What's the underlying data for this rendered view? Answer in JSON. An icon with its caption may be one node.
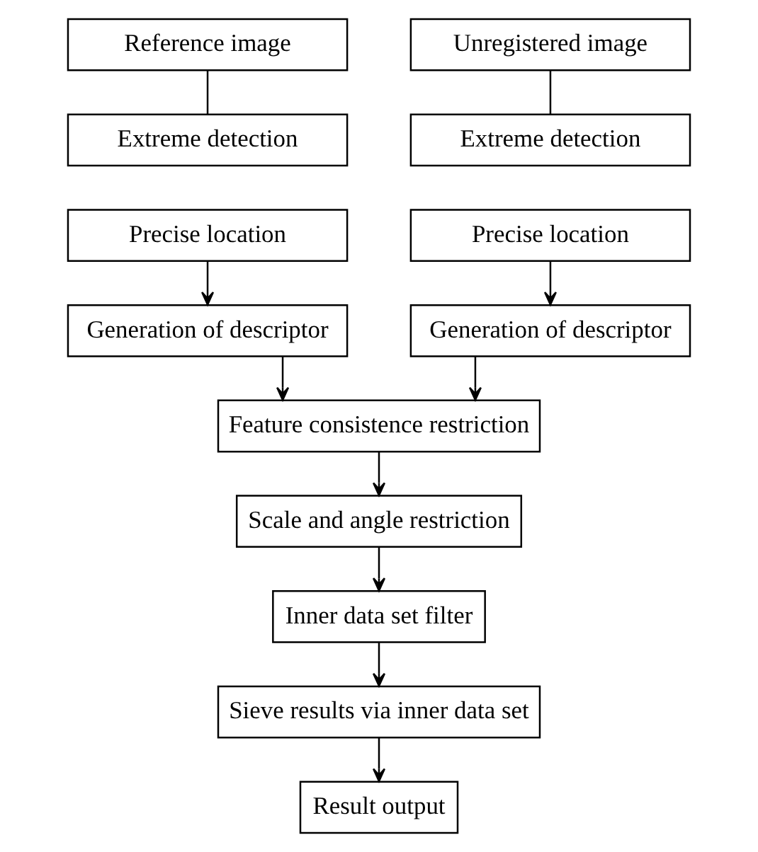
{
  "diagram": {
    "nodes": [
      {
        "text": [
          "Reference image"
        ]
      },
      {
        "text": [
          "Unregistered image"
        ]
      },
      {
        "text": [
          "Extreme detection"
        ]
      },
      {
        "text": [
          "Precise location"
        ]
      },
      {
        "text": [
          "Extreme detection"
        ]
      },
      {
        "text": [
          "Precise location"
        ]
      },
      {
        "text": [
          "Generation of descriptor"
        ]
      },
      {
        "text": [
          "Generation of descriptor"
        ]
      },
      {
        "text": [
          "Feature consistence restriction"
        ]
      },
      {
        "text": [
          "Scale and angle restriction"
        ]
      },
      {
        "text": [
          "Inner data set filter"
        ]
      },
      {
        "text": [
          "Sieve results via inner data set"
        ]
      },
      {
        "text": [
          "Result output"
        ]
      }
    ],
    "edges": [
      {
        "from": 0,
        "to": 2,
        "arrow": "none"
      },
      {
        "from": 1,
        "to": 4,
        "arrow": "none"
      },
      {
        "from": 3,
        "to": 6,
        "arrow": "to"
      },
      {
        "from": 5,
        "to": 7,
        "arrow": "to"
      },
      {
        "from": 6,
        "to": 8,
        "arrow": "to"
      },
      {
        "from": 7,
        "to": 8,
        "arrow": "to"
      },
      {
        "from": 8,
        "to": 9,
        "arrow": "to"
      },
      {
        "from": 9,
        "to": 10,
        "arrow": "to"
      },
      {
        "from": 10,
        "to": 11,
        "arrow": "to"
      },
      {
        "from": 11,
        "to": 12,
        "arrow": "to"
      }
    ]
  }
}
